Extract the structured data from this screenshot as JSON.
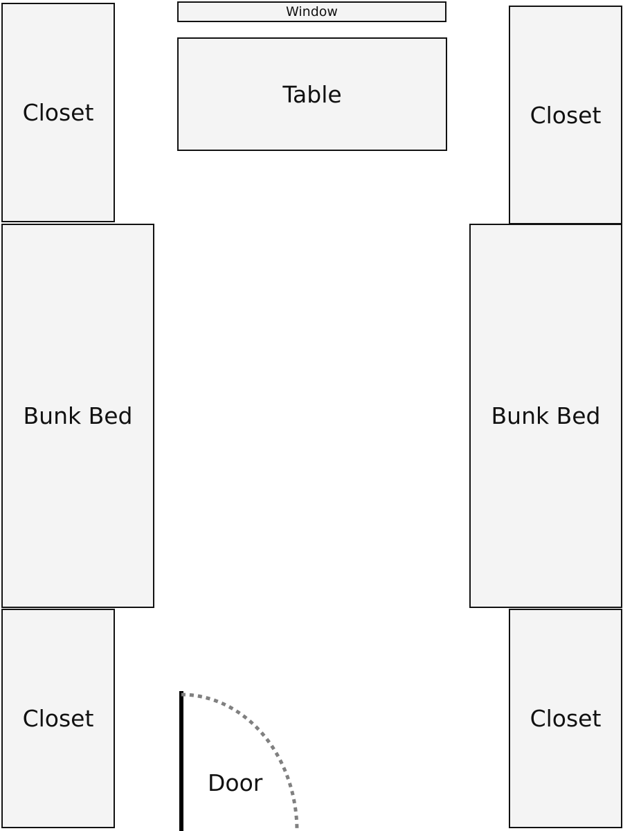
{
  "floor_plan": {
    "window": {
      "label": "Window"
    },
    "table": {
      "label": "Table"
    },
    "closets": [
      {
        "label": "Closet"
      },
      {
        "label": "Closet"
      },
      {
        "label": "Closet"
      },
      {
        "label": "Closet"
      }
    ],
    "bunk_beds": [
      {
        "label": "Bunk Bed"
      },
      {
        "label": "Bunk Bed"
      }
    ],
    "door": {
      "label": "Door"
    }
  },
  "colors": {
    "fill": "#f4f4f4",
    "outline": "#111111",
    "door_swing": "#808080"
  }
}
